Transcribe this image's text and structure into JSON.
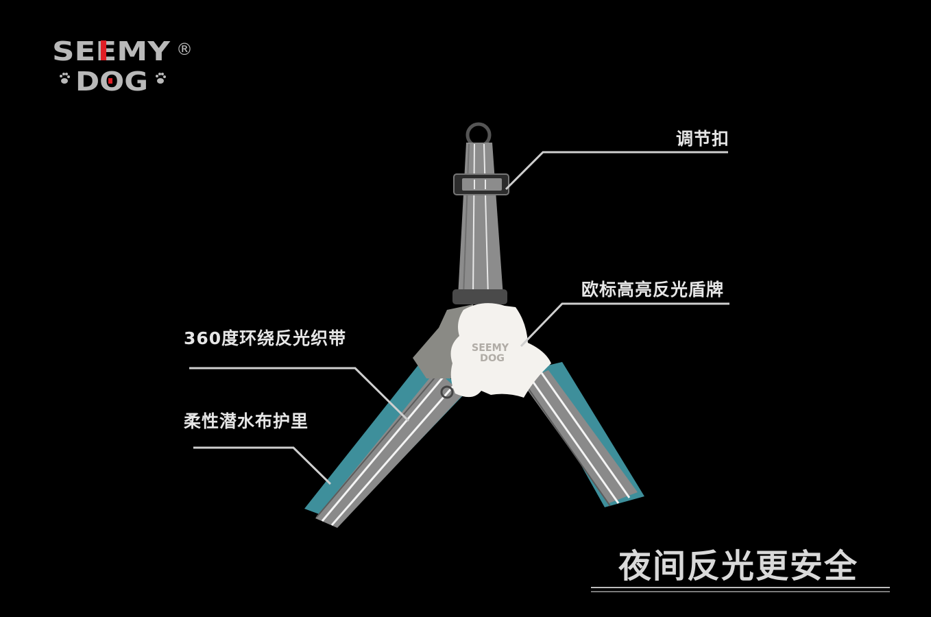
{
  "brand": {
    "line1": "SEEMY",
    "registered": "®",
    "line2": "DOG",
    "accent_color": "#e01e25",
    "text_color": "#b9b9b9"
  },
  "callouts": {
    "buckle": "调节扣",
    "shield": "欧标高亮反光盾牌",
    "webbing": "360度环绕反光织带",
    "lining": "柔性潜水布护里"
  },
  "tagline": "夜间反光更安全",
  "product": {
    "plate_brand_line1": "SEEMY",
    "plate_brand_line2": "DOG",
    "strap_color": "#8c8c8c",
    "lining_color": "#3e8f9b",
    "plate_color": "#f4f2ee"
  },
  "icons": {
    "paw_left": "paw-icon",
    "paw_right": "paw-icon"
  }
}
